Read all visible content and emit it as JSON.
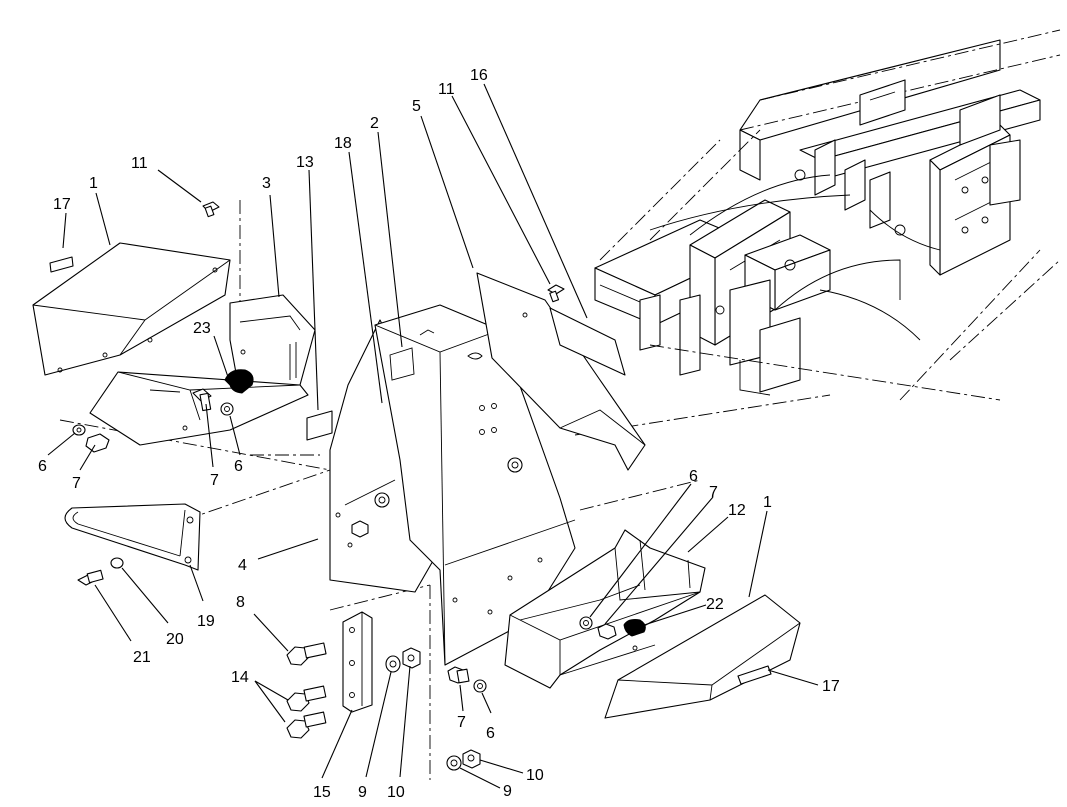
{
  "diagram": {
    "type": "exploded-parts-view",
    "callouts": [
      {
        "id": "c17a",
        "text": "17"
      },
      {
        "id": "c1a",
        "text": "1"
      },
      {
        "id": "c11a",
        "text": "11"
      },
      {
        "id": "c3",
        "text": "3"
      },
      {
        "id": "c23",
        "text": "23"
      },
      {
        "id": "c6a",
        "text": "6"
      },
      {
        "id": "c7a",
        "text": "7"
      },
      {
        "id": "c7b",
        "text": "7"
      },
      {
        "id": "c6b",
        "text": "6"
      },
      {
        "id": "c13",
        "text": "13"
      },
      {
        "id": "c18",
        "text": "18"
      },
      {
        "id": "c2",
        "text": "2"
      },
      {
        "id": "c5",
        "text": "5"
      },
      {
        "id": "c11b",
        "text": "11"
      },
      {
        "id": "c16",
        "text": "16"
      },
      {
        "id": "c4",
        "text": "4"
      },
      {
        "id": "c19",
        "text": "19"
      },
      {
        "id": "c20",
        "text": "20"
      },
      {
        "id": "c21",
        "text": "21"
      },
      {
        "id": "c8",
        "text": "8"
      },
      {
        "id": "c14",
        "text": "14"
      },
      {
        "id": "c15",
        "text": "15"
      },
      {
        "id": "c9a",
        "text": "9"
      },
      {
        "id": "c10a",
        "text": "10"
      },
      {
        "id": "c6c",
        "text": "6"
      },
      {
        "id": "c7c",
        "text": "7"
      },
      {
        "id": "c12",
        "text": "12"
      },
      {
        "id": "c1b",
        "text": "1"
      },
      {
        "id": "c22",
        "text": "22"
      },
      {
        "id": "c17b",
        "text": "17"
      },
      {
        "id": "c7d",
        "text": "7"
      },
      {
        "id": "c6d",
        "text": "6"
      },
      {
        "id": "c10b",
        "text": "10"
      },
      {
        "id": "c9b",
        "text": "9"
      }
    ]
  }
}
